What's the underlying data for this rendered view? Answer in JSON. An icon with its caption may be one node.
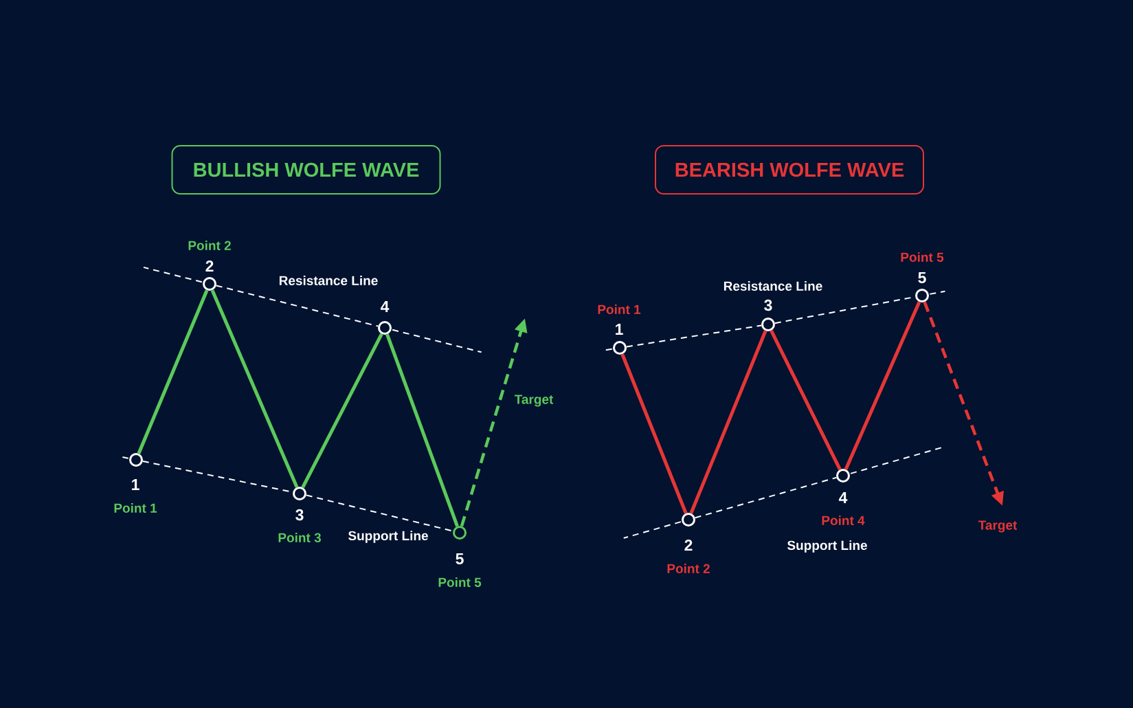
{
  "diagram": {
    "nodes": [
      {
        "text": [
          "BULLISH WOLFE WAVE"
        ]
      },
      {
        "text": [],
        "shape": "circle",
        "beside": [
          "1",
          "Point 1"
        ]
      },
      {
        "text": [],
        "shape": "circle",
        "beside": [
          "Point 2",
          "2"
        ]
      },
      {
        "text": [],
        "shape": "circle",
        "beside": [
          "3",
          "Point 3"
        ]
      },
      {
        "text": [],
        "shape": "circle",
        "beside": [
          "4"
        ]
      },
      {
        "text": [],
        "shape": "circle",
        "beside": [
          "5",
          "Point 5"
        ]
      },
      {
        "text": [
          "BEARISH WOLFE WAVE"
        ]
      },
      {
        "text": [],
        "shape": "circle",
        "beside": [
          "Point 1",
          "1"
        ]
      },
      {
        "text": [],
        "shape": "circle",
        "beside": [
          "2",
          "Point 2"
        ]
      },
      {
        "text": [],
        "shape": "circle",
        "beside": [
          "3"
        ]
      },
      {
        "text": [],
        "shape": "circle",
        "beside": [
          "4",
          "Point 4"
        ]
      },
      {
        "text": [],
        "shape": "circle",
        "beside": [
          "Point 5",
          "5"
        ]
      }
    ],
    "edges": [
      {
        "from": 1,
        "to": 2,
        "arrow": "none",
        "color": "#5bc95b"
      },
      {
        "from": 2,
        "to": 3,
        "arrow": "none",
        "color": "#5bc95b"
      },
      {
        "from": 3,
        "to": 4,
        "arrow": "none",
        "color": "#5bc95b"
      },
      {
        "from": 4,
        "to": 5,
        "arrow": "none",
        "color": "#5bc95b"
      },
      {
        "from": 2,
        "to": 4,
        "arrow": "none",
        "style": "dashed",
        "label": "Resistance Line"
      },
      {
        "from": 1,
        "to": 3,
        "arrow": "none",
        "style": "dashed"
      },
      {
        "from": 3,
        "to": 5,
        "arrow": "none",
        "style": "dashed",
        "label": "Support Line"
      },
      {
        "from": 5,
        "to": null,
        "arrow": "to",
        "style": "dashed",
        "color": "#5bc95b",
        "label": "Target"
      },
      {
        "from": 7,
        "to": 8,
        "arrow": "none",
        "color": "#e63636"
      },
      {
        "from": 8,
        "to": 9,
        "arrow": "none",
        "color": "#e63636"
      },
      {
        "from": 9,
        "to": 10,
        "arrow": "none",
        "color": "#e63636"
      },
      {
        "from": 10,
        "to": 11,
        "arrow": "none",
        "color": "#e63636"
      },
      {
        "from": 7,
        "to": 9,
        "arrow": "none",
        "style": "dashed"
      },
      {
        "from": 9,
        "to": 11,
        "arrow": "none",
        "style": "dashed",
        "label": "Resistance Line"
      },
      {
        "from": 8,
        "to": 10,
        "arrow": "none",
        "style": "dashed",
        "label": "Support Line"
      },
      {
        "from": 11,
        "to": null,
        "arrow": "to",
        "style": "dashed",
        "color": "#e63636",
        "label": "Target"
      }
    ]
  }
}
